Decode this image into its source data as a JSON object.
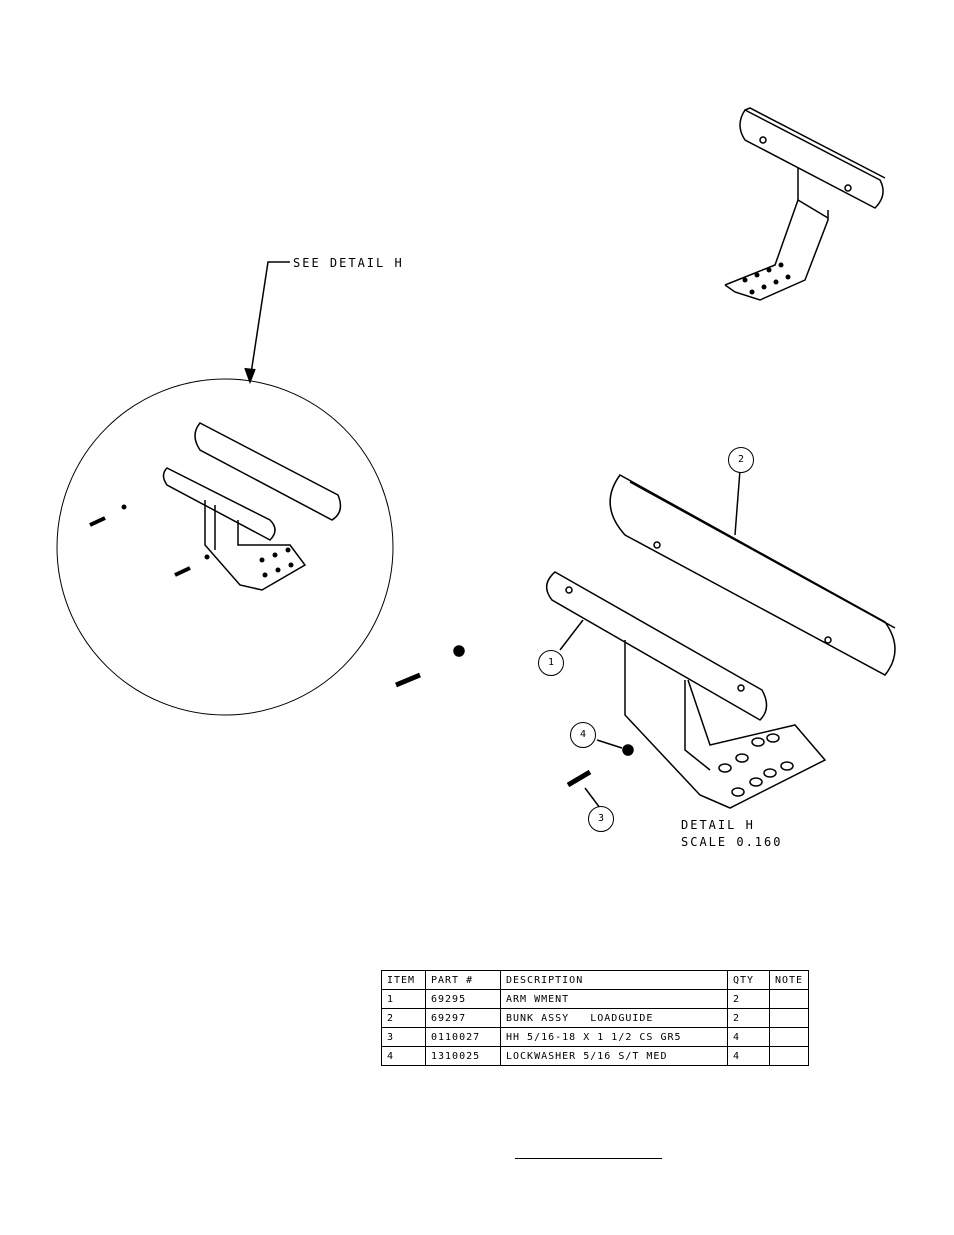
{
  "callout": "SEE DETAIL  H",
  "detail": {
    "title": "DETAIL  H",
    "scale": "SCALE  0.160"
  },
  "balloons": [
    "1",
    "2",
    "3",
    "4"
  ],
  "bom": {
    "headers": [
      "ITEM",
      "PART #",
      "DESCRIPTION",
      "QTY",
      "NOTE"
    ],
    "rows": [
      [
        "1",
        "69295",
        "ARM WMENT",
        "2",
        ""
      ],
      [
        "2",
        "69297",
        "BUNK ASSY   LOADGUIDE",
        "2",
        ""
      ],
      [
        "3",
        "0110027",
        "HH 5/16-18 X 1 1/2 CS GR5",
        "4",
        ""
      ],
      [
        "4",
        "1310025",
        "LOCKWASHER 5/16 S/T MED",
        "4",
        ""
      ]
    ]
  }
}
